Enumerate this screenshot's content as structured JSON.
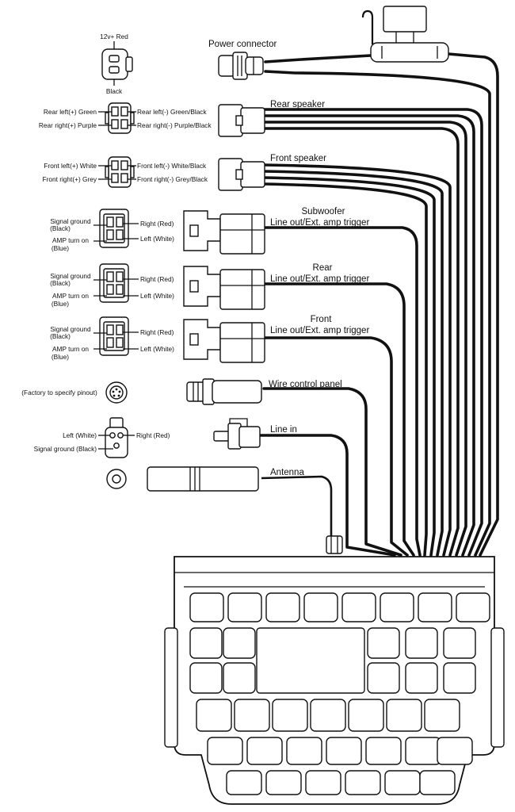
{
  "connectors": {
    "power": {
      "title": "Power connector",
      "pin_top": "12v+ Red",
      "pin_bottom": "Black"
    },
    "rear_speaker": {
      "title": "Rear speaker",
      "pins": [
        "Rear left(+) Green",
        "Rear left(-) Green/Black",
        "Rear right(+) Purple",
        "Rear right(-) Purple/Black"
      ]
    },
    "front_speaker": {
      "title": "Front speaker",
      "pins": [
        "Front left(+) White",
        "Front left(-) White/Black",
        "Front right(+) Grey",
        "Front right(-) Grey/Black"
      ]
    },
    "subwoofer": {
      "title_top": "Subwoofer",
      "title_bottom": "Line out/Ext. amp trigger",
      "pins": [
        "Signal ground",
        "(Black)",
        "AMP turn on",
        "(Blue)",
        "Right (Red)",
        "Left (White)"
      ]
    },
    "rear_line": {
      "title_top": "Rear",
      "title_bottom": "Line out/Ext. amp trigger",
      "pins": [
        "Signal ground",
        "(Black)",
        "AMP turn on",
        "(Blue)",
        "Right (Red)",
        "Left (White)"
      ]
    },
    "front_line": {
      "title_top": "Front",
      "title_bottom": "Line out/Ext. amp trigger",
      "pins": [
        "Signal ground",
        "(Black)",
        "AMP turn on",
        "(Blue)",
        "Right (Red)",
        "Left (White)"
      ]
    },
    "wire_control": {
      "title": "Wire control panel",
      "note": "(Factory to specify pinout)"
    },
    "line_in": {
      "title": "Line in",
      "pins": [
        "Left (White)",
        "Right (Red)",
        "Signal ground (Black)"
      ]
    },
    "antenna": {
      "title": "Antenna"
    }
  }
}
